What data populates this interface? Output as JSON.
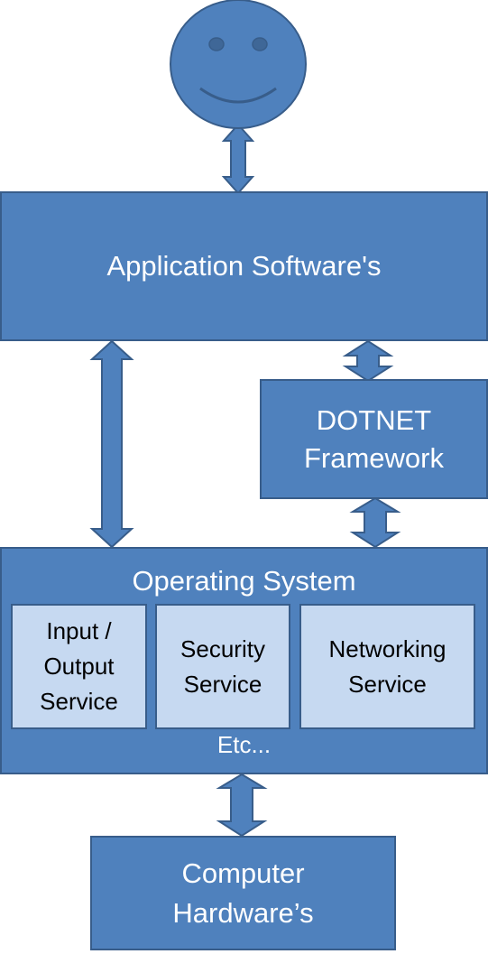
{
  "diagram": {
    "nodes": {
      "application": {
        "label": "Application Software's"
      },
      "dotnet": {
        "label": "DOTNET\nFramework"
      },
      "os": {
        "title": "Operating System",
        "footer": "Etc...",
        "services": [
          {
            "label": "Input /\nOutput\nService"
          },
          {
            "label": "Security\nService"
          },
          {
            "label": "Networking\nService"
          }
        ]
      },
      "hardware": {
        "label": "Computer\nHardware’s"
      }
    },
    "edges": [
      {
        "from": "user",
        "to": "application",
        "direction": "both"
      },
      {
        "from": "application",
        "to": "os",
        "direction": "both"
      },
      {
        "from": "application",
        "to": "dotnet",
        "direction": "both"
      },
      {
        "from": "dotnet",
        "to": "os",
        "direction": "both"
      },
      {
        "from": "os",
        "to": "hardware",
        "direction": "both"
      }
    ],
    "colors": {
      "box_fill": "#4f81bd",
      "box_border": "#385d8a",
      "service_fill": "#c6d9f1",
      "text_light": "#ffffff",
      "text_dark": "#000000"
    }
  }
}
